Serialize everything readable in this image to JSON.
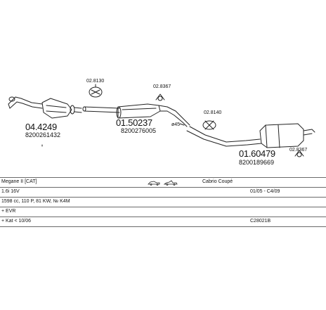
{
  "parts": [
    {
      "number": "04.4249",
      "oe": "8200261432"
    },
    {
      "number": "01.50237",
      "oe": "8200276005"
    },
    {
      "number": "01.60479",
      "oe": "8200189669"
    }
  ],
  "accessories": [
    {
      "code": "02.8130"
    },
    {
      "code": "02.8367"
    },
    {
      "code": "02.8140"
    },
    {
      "code": "02.8367"
    }
  ],
  "pipe_diameter": "ø45",
  "table": {
    "model": "Megane II [CAT]",
    "body_type": "Cabrio Coupé",
    "engine": "1.6i 16V",
    "production": "01/05 - C4/09",
    "specs": "1598 cc, 110 P, 81 KW, № K4M",
    "euro": "+ EVR",
    "cat_note": "+ Kat < 10/06",
    "catalogue_code": "C28021B"
  }
}
